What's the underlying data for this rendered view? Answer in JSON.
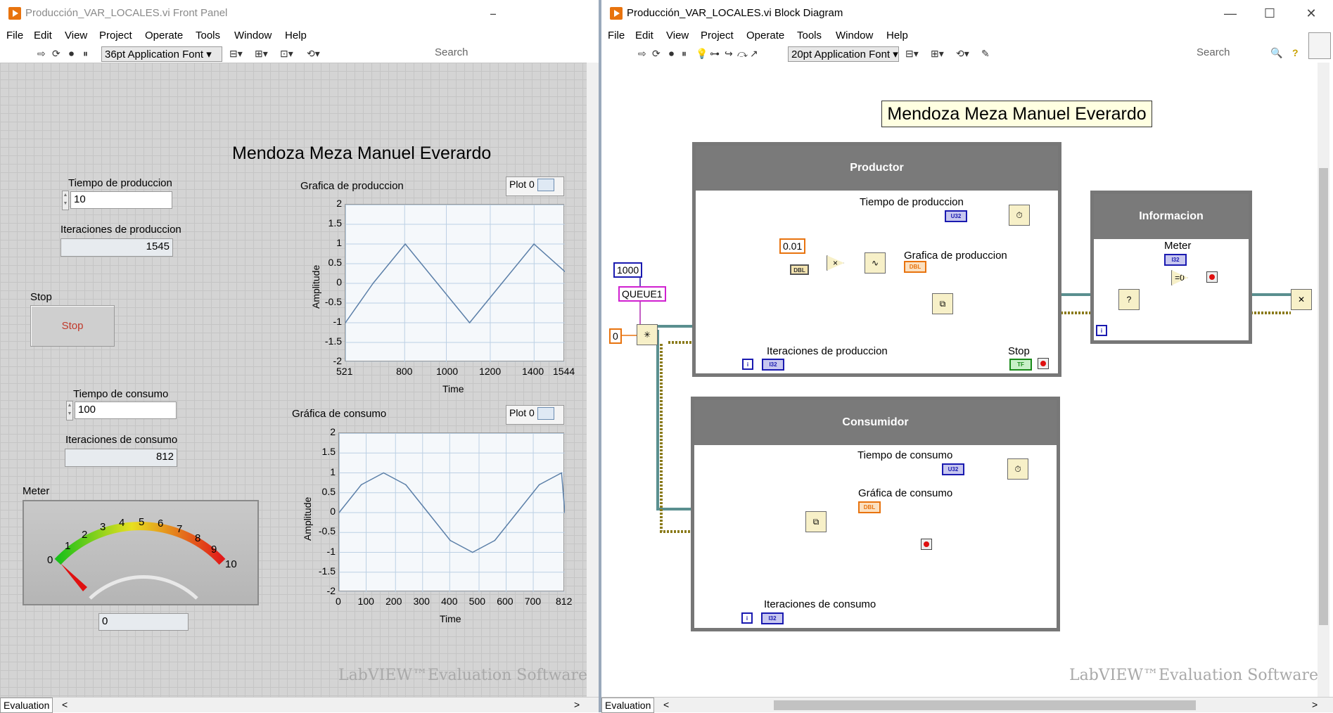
{
  "front_panel": {
    "window_title": "Producción_VAR_LOCALES.vi Front Panel",
    "menu": [
      "File",
      "Edit",
      "View",
      "Project",
      "Operate",
      "Tools",
      "Window",
      "Help"
    ],
    "font_selector": "36pt Application Font",
    "search_placeholder": "Search",
    "title_label": "Mendoza Meza Manuel Everardo",
    "tiempo_produccion": {
      "label": "Tiempo de produccion",
      "value": "10"
    },
    "iteraciones_produccion": {
      "label": "Iteraciones de produccion",
      "value": "1545"
    },
    "stop": {
      "label": "Stop",
      "button": "Stop"
    },
    "tiempo_consumo": {
      "label": "Tiempo de consumo",
      "value": "100"
    },
    "iteraciones_consumo": {
      "label": "Iteraciones de consumo",
      "value": "812"
    },
    "meter": {
      "label": "Meter",
      "value": 0,
      "readout": "0",
      "scale": [
        "0",
        "1",
        "2",
        "3",
        "4",
        "5",
        "6",
        "7",
        "8",
        "9",
        "10"
      ]
    },
    "status_tab": "Evaluation",
    "watermark": "LabVIEW™Evaluation Software"
  },
  "block_diagram": {
    "window_title": "Producción_VAR_LOCALES.vi Block Diagram",
    "menu": [
      "File",
      "Edit",
      "View",
      "Project",
      "Operate",
      "Tools",
      "Window",
      "Help"
    ],
    "font_selector": "20pt Application Font",
    "search_placeholder": "Search",
    "title_label": "Mendoza Meza Manuel Everardo",
    "productor": {
      "header": "Productor",
      "tiempo": "Tiempo de produccion",
      "grafica": "Grafica de produccion",
      "iteraciones": "Iteraciones de produccion",
      "stop": "Stop",
      "const_amp": "0.01"
    },
    "consumidor": {
      "header": "Consumidor",
      "tiempo": "Tiempo de consumo",
      "grafica": "Gráfica de consumo",
      "iteraciones": "Iteraciones de consumo"
    },
    "informacion": {
      "header": "Informacion",
      "meter": "Meter"
    },
    "constants": {
      "size": "1000",
      "queue_name": "QUEUE1",
      "zero": "0"
    },
    "terminals": {
      "u32": "U32",
      "dbl": "DBL",
      "i32": "I32",
      "tf": "TF",
      "i": "i"
    },
    "status_tab": "Evaluation",
    "watermark": "LabVIEW™Evaluation Software"
  },
  "chart_data": [
    {
      "type": "line",
      "title": "Grafica de produccion",
      "xlabel": "Time",
      "ylabel": "Amplitude",
      "xlim": [
        521,
        1544
      ],
      "ylim": [
        -2,
        2
      ],
      "x_ticks": [
        "521",
        "800",
        "1000",
        "1200",
        "1400",
        "1544"
      ],
      "y_ticks": [
        "2",
        "1.5",
        "1",
        "0.5",
        "0",
        "-0.5",
        "-1",
        "-1.5",
        "-2"
      ],
      "legend": "Plot 0",
      "series": [
        {
          "name": "Plot 0",
          "x": [
            521,
            650,
            800,
            950,
            1100,
            1250,
            1400,
            1544
          ],
          "y": [
            -1.0,
            0.0,
            1.0,
            0.0,
            -1.0,
            0.0,
            1.0,
            0.3
          ]
        }
      ]
    },
    {
      "type": "line",
      "title": "Gráfica de consumo",
      "xlabel": "Time",
      "ylabel": "Amplitude",
      "xlim": [
        0,
        812
      ],
      "ylim": [
        -2,
        2
      ],
      "x_ticks": [
        "0",
        "100",
        "200",
        "300",
        "400",
        "500",
        "600",
        "700",
        "812"
      ],
      "y_ticks": [
        "2",
        "1.5",
        "1",
        "0.5",
        "0",
        "-0.5",
        "-1",
        "-1.5",
        "-2"
      ],
      "legend": "Plot 0",
      "series": [
        {
          "name": "Plot 0",
          "x": [
            0,
            80,
            160,
            240,
            320,
            400,
            480,
            560,
            640,
            720,
            800,
            812
          ],
          "y": [
            0.0,
            0.7,
            1.0,
            0.7,
            0.0,
            -0.7,
            -1.0,
            -0.7,
            0.0,
            0.7,
            1.0,
            0.0
          ]
        }
      ]
    }
  ]
}
